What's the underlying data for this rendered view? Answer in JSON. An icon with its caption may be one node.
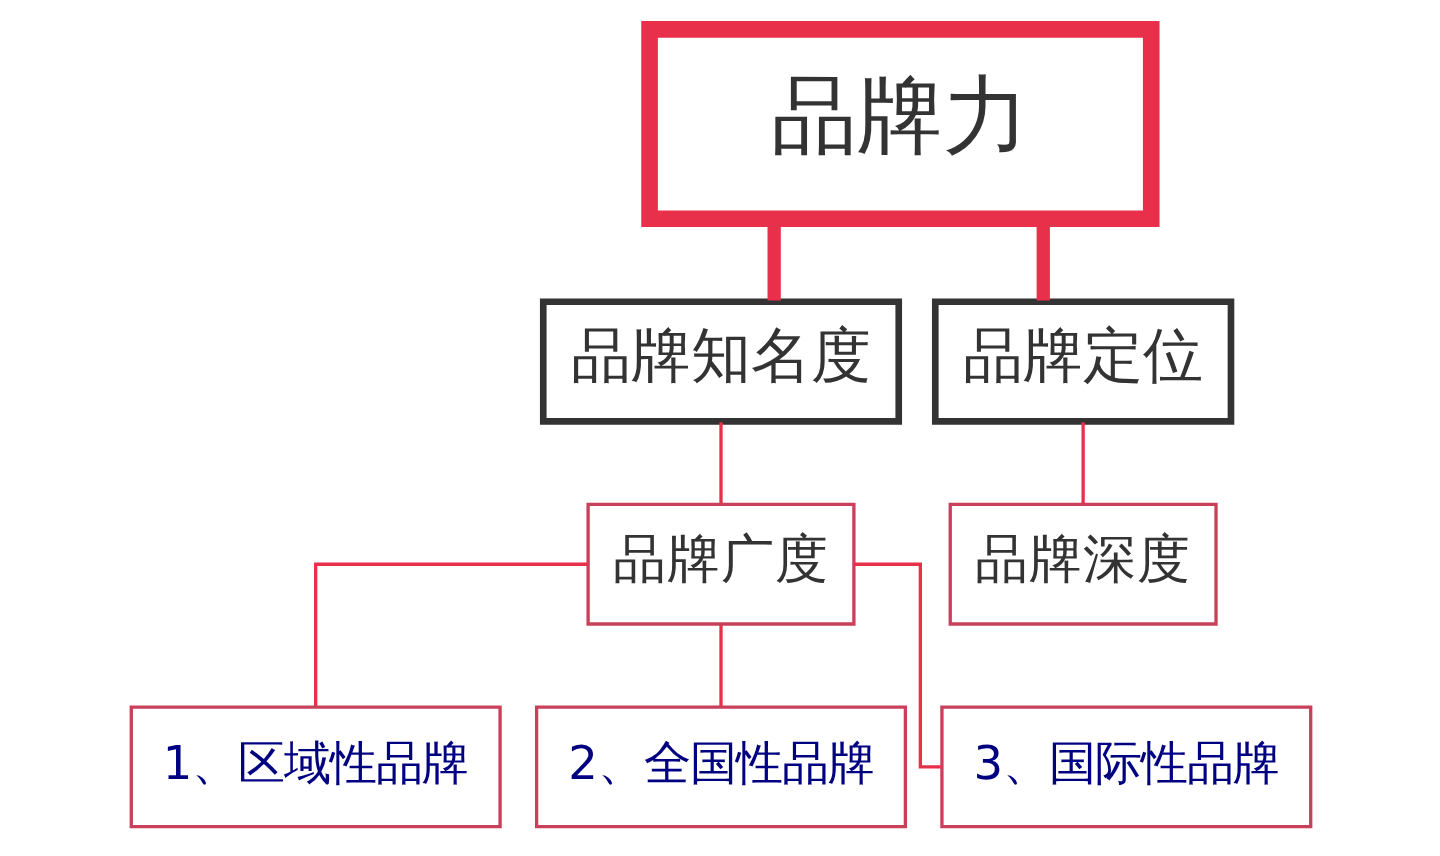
{
  "diagram": {
    "nodes": [
      {
        "text": [
          "品牌力"
        ]
      },
      {
        "text": [
          "品牌知名度"
        ]
      },
      {
        "text": [
          "品牌定位"
        ]
      },
      {
        "text": [
          "品牌广度"
        ]
      },
      {
        "text": [
          "品牌深度"
        ]
      },
      {
        "text": [
          "1、区域性品牌"
        ]
      },
      {
        "text": [
          "2、全国性品牌"
        ]
      },
      {
        "text": [
          "3、国际性品牌"
        ]
      }
    ],
    "edges": [
      {
        "from": 0,
        "to": 1,
        "arrow": "none",
        "style": "thick"
      },
      {
        "from": 0,
        "to": 2,
        "arrow": "none",
        "style": "thick"
      },
      {
        "from": 1,
        "to": 3,
        "arrow": "none"
      },
      {
        "from": 2,
        "to": 4,
        "arrow": "none"
      },
      {
        "from": 3,
        "to": 5,
        "arrow": "none"
      },
      {
        "from": 3,
        "to": 6,
        "arrow": "none"
      },
      {
        "from": 3,
        "to": 7,
        "arrow": "none"
      }
    ]
  }
}
